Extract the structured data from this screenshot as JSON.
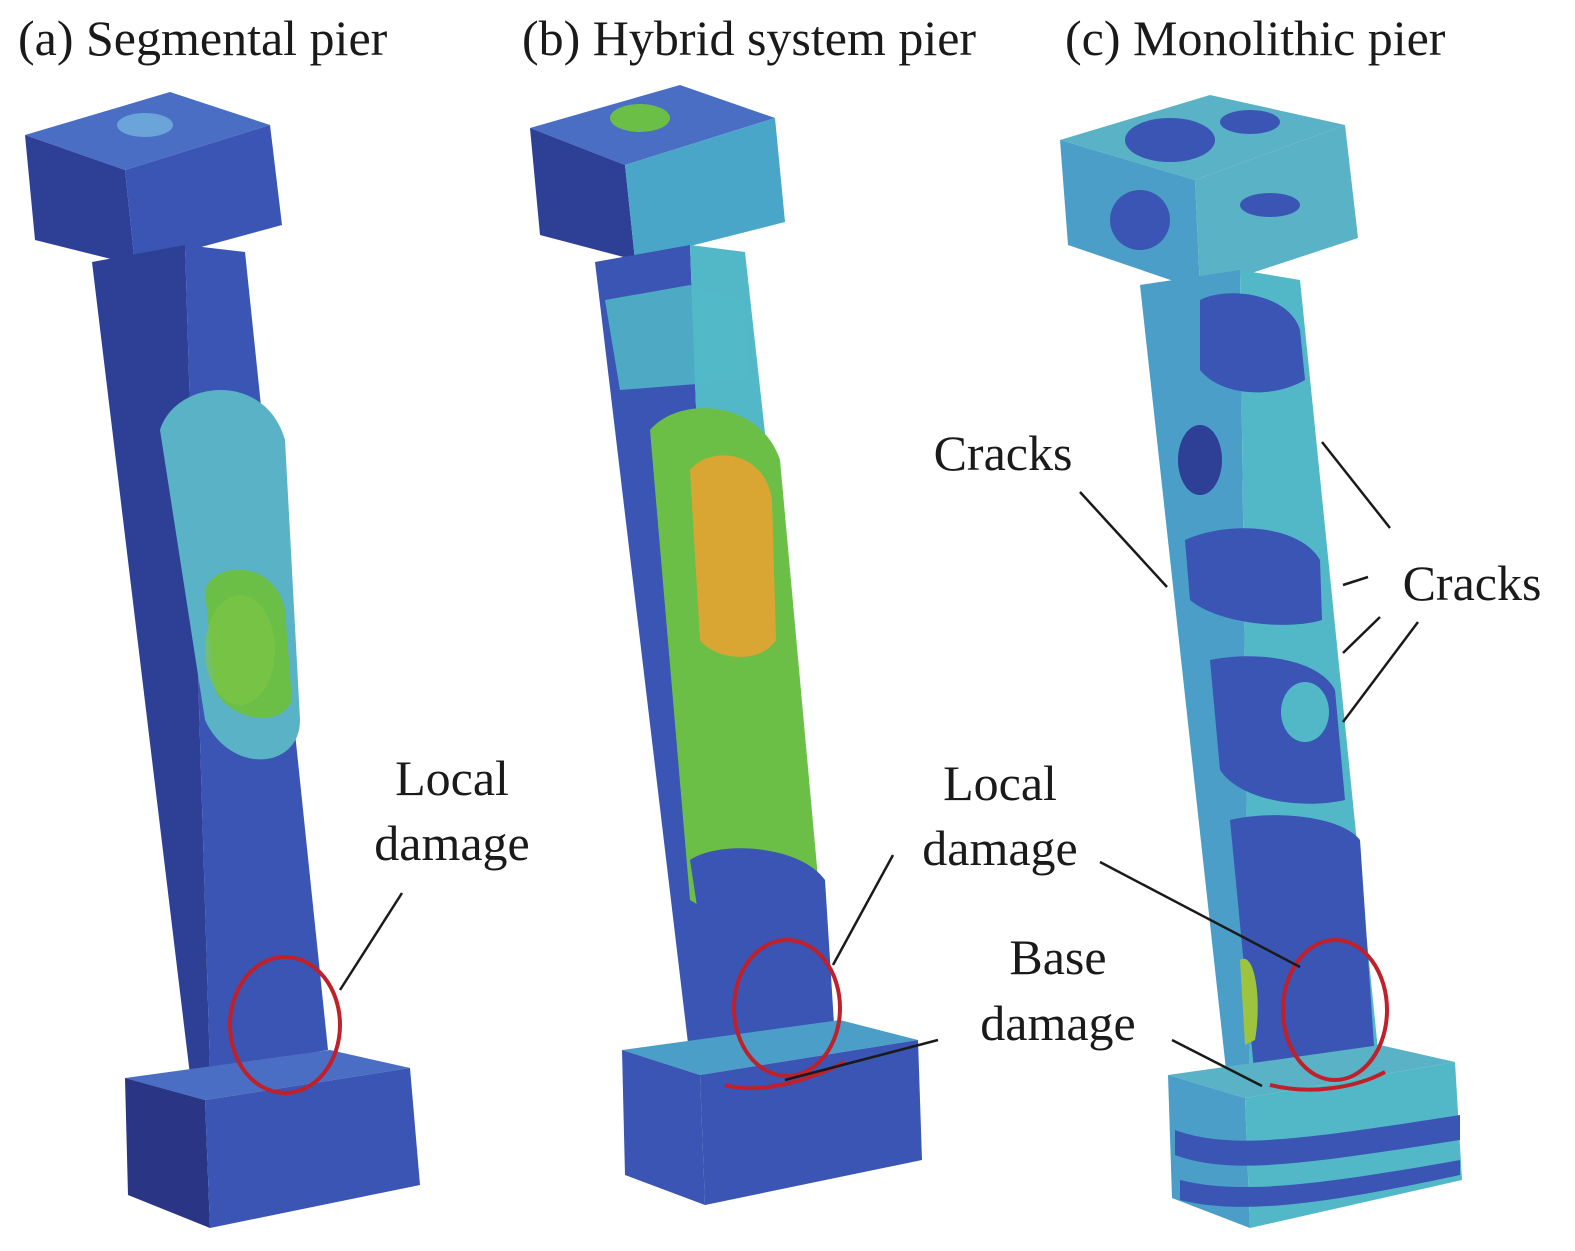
{
  "panels": [
    {
      "title": "(a) Segmental pier",
      "annotations": {
        "local_damage": [
          "Local",
          "damage"
        ]
      }
    },
    {
      "title": "(b) Hybrid system pier",
      "annotations": {
        "local_damage": [
          "Local",
          "damage"
        ]
      }
    },
    {
      "title": "(c) Monolithic pier",
      "annotations": {
        "cracks_left": "Cracks",
        "cracks_right": "Cracks",
        "local_damage": [
          "Local",
          "damage"
        ],
        "base_damage": [
          "Base",
          "damage"
        ]
      }
    }
  ],
  "colors": {
    "deep_blue": "#2b3f9a",
    "blue": "#3a55b3",
    "light_blue": "#5a8fd0",
    "cyan": "#52b8c8",
    "green": "#6bbf46",
    "yellow_green": "#9ec33c",
    "orange": "#d9a634",
    "damage_circle": "#c0202a",
    "leader_line": "#1a1a1a"
  }
}
